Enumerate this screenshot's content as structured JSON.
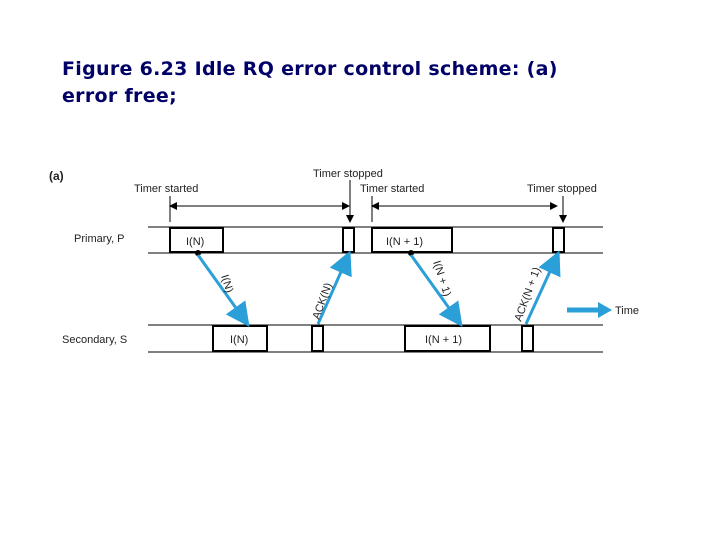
{
  "title": {
    "line1": "Figure 6.23 Idle RQ error control scheme: (a)",
    "line2": "error free;"
  },
  "diagram": {
    "panel_label": "(a)",
    "primary_label": "Primary, P",
    "secondary_label": "Secondary, S",
    "timer_stopped_top": "Timer stopped",
    "timer_started_1": "Timer started",
    "timer_started_2": "Timer started",
    "timer_stopped_2": "Timer stopped",
    "frame_p1": "I(N)",
    "frame_p2": "I(N + 1)",
    "frame_s1": "I(N)",
    "frame_s2": "I(N + 1)",
    "arrow1_label": "I(N)",
    "arrow2_label": "ACK(N)",
    "arrow3_label": "I(N + 1)",
    "arrow4_label": "ACK(N + 1)",
    "time_label": "Time",
    "colors": {
      "arrow": "#2a9fd8",
      "title": "#000066"
    }
  }
}
